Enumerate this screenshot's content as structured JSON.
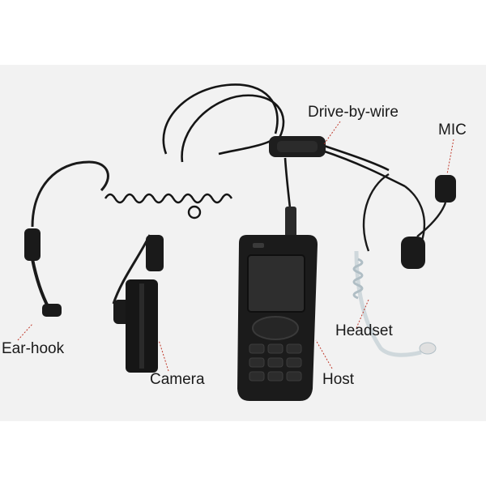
{
  "labels": {
    "drive_by_wire": "Drive-by-wire",
    "mic": "MIC",
    "ear_hook": "Ear-hook",
    "camera": "Camera",
    "headset": "Headset",
    "host": "Host"
  },
  "colors": {
    "background": "#ffffff",
    "photo_background": "#f2f2f2",
    "device_body": "#1b1b1b",
    "screen": "#2e2e2e",
    "leader_line": "#c0392b"
  }
}
